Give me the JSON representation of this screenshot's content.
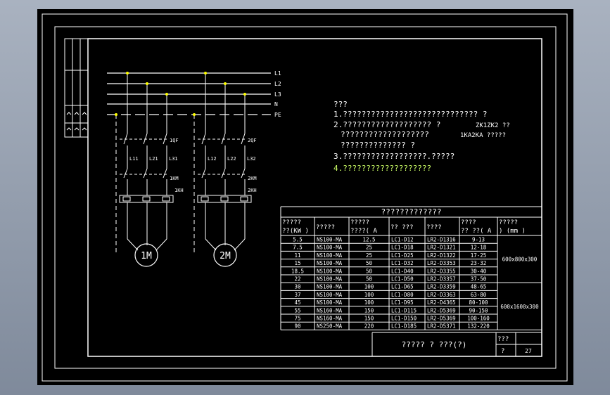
{
  "colors": {
    "background": "#000000",
    "line": "#ffffff",
    "junction": "#ffff00",
    "note_highlight": "#ccff66"
  },
  "bus": {
    "labels": [
      "L1",
      "L2",
      "L3",
      "N",
      "PE"
    ]
  },
  "circuit_left": {
    "breaker": "1QF",
    "wire_labels": [
      "L11",
      "L21",
      "L31"
    ],
    "contactor": "1KM",
    "relay": "1KH",
    "motor": "1M"
  },
  "circuit_right": {
    "breaker": "2QF",
    "wire_labels": [
      "L12",
      "L22",
      "L32"
    ],
    "contactor": "2KM",
    "relay": "2KH",
    "motor": "2M"
  },
  "notes": {
    "title": "???",
    "line1": "1.?????????????????????????????  ?",
    "line2a": "2.???????????????????  ?",
    "line2a_code": "ZK1ZK2  ??",
    "line2b": "???????????????????",
    "line2b_code": "1KA2KA ?????",
    "line2c": "??????????????  ?",
    "line3": "3.??????????????????.?????",
    "line4": "4.???????????????????"
  },
  "table": {
    "title": "?????????????",
    "headers": [
      [
        "?????",
        "??(KW )"
      ],
      [
        "?????"
      ],
      [
        "?????",
        "????( A"
      ],
      [
        "?? ???"
      ],
      [
        "????"
      ],
      [
        "????",
        "?? ??( A"
      ],
      [
        "?????",
        ") (mm )"
      ]
    ],
    "rows": [
      [
        "5.5",
        "NS100-MA",
        "12.5",
        "LC1-D12",
        "LR2-D1316",
        "9-13"
      ],
      [
        "7.5",
        "NS100-MA",
        "25",
        "LC1-D18",
        "LR2-D1321",
        "12-18"
      ],
      [
        "11",
        "NS100-MA",
        "25",
        "LC1-D25",
        "LR2-D1322",
        "17-25"
      ],
      [
        "15",
        "NS100-MA",
        "50",
        "LC1-D32",
        "LR2-D3353",
        "23-32"
      ],
      [
        "18.5",
        "NS100-MA",
        "50",
        "LC1-D40",
        "LR2-D3355",
        "30-40"
      ],
      [
        "22",
        "NS100-MA",
        "50",
        "LC1-D50",
        "LR2-D3357",
        "37-50"
      ],
      [
        "30",
        "NS100-MA",
        "100",
        "LC1-D65",
        "LR2-D3359",
        "48-65"
      ],
      [
        "37",
        "NS100-MA",
        "100",
        "LC1-D80",
        "LR2-D3363",
        "63-80"
      ],
      [
        "45",
        "NS100-MA",
        "100",
        "LC1-D95",
        "LR2-D4365",
        "80-100"
      ],
      [
        "55",
        "NS160-MA",
        "150",
        "LC1-D115",
        "LR2-D5369",
        "90-150"
      ],
      [
        "75",
        "NS160-MA",
        "150",
        "LC1-D150",
        "LR2-D5369",
        "100-160"
      ],
      [
        "90",
        "NS250-MA",
        "220",
        "LC1-D185",
        "LR2-D5371",
        "132-220"
      ]
    ],
    "sizes": [
      "600x800x300",
      "600x1600x300"
    ]
  },
  "title_block": {
    "name": "?????  ? ???(?)",
    "label_top": "???",
    "label_bottom": "?",
    "sheet": "27"
  }
}
